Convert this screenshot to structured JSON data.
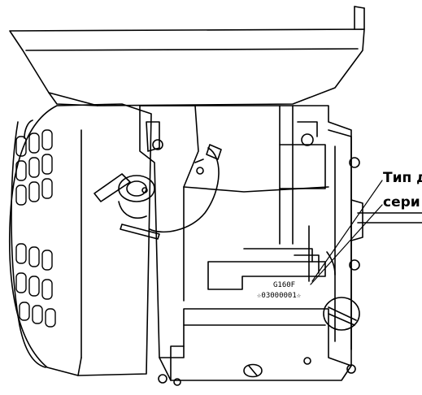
{
  "callouts": {
    "engine_type": "Тип д",
    "serial_number": "сери"
  },
  "engine_label": {
    "model": "G160F",
    "serial": "☆03000001☆"
  },
  "colors": {
    "ink": "#000000",
    "paper": "#ffffff"
  }
}
